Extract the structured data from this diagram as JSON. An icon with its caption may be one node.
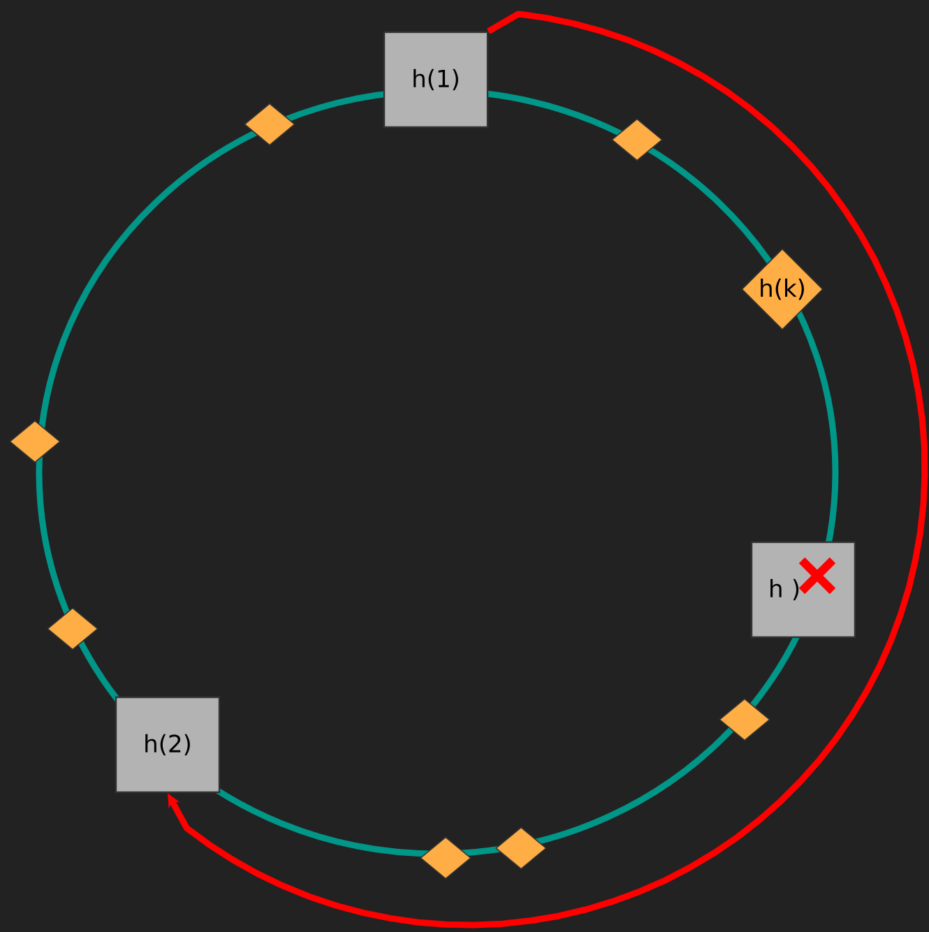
{
  "diagram": {
    "nodes": [
      {
        "text": [
          "h(1)"
        ]
      },
      {
        "text": [],
        "shape": "diamond"
      },
      {
        "text": [],
        "shape": "diamond"
      },
      {
        "text": [
          "h(k)"
        ]
      },
      {
        "text": [],
        "shape": "diamond"
      },
      {
        "text": [
          "h )"
        ]
      },
      {
        "text": [],
        "shape": "diamond"
      },
      {
        "text": [],
        "shape": "diamond"
      },
      {
        "text": [
          "h(2)"
        ]
      },
      {
        "text": [],
        "shape": "diamond"
      },
      {
        "text": [],
        "shape": "diamond"
      }
    ],
    "edges": [
      {
        "from": 0,
        "to": 8,
        "arrow": "to",
        "color": "#ff0000"
      }
    ]
  }
}
